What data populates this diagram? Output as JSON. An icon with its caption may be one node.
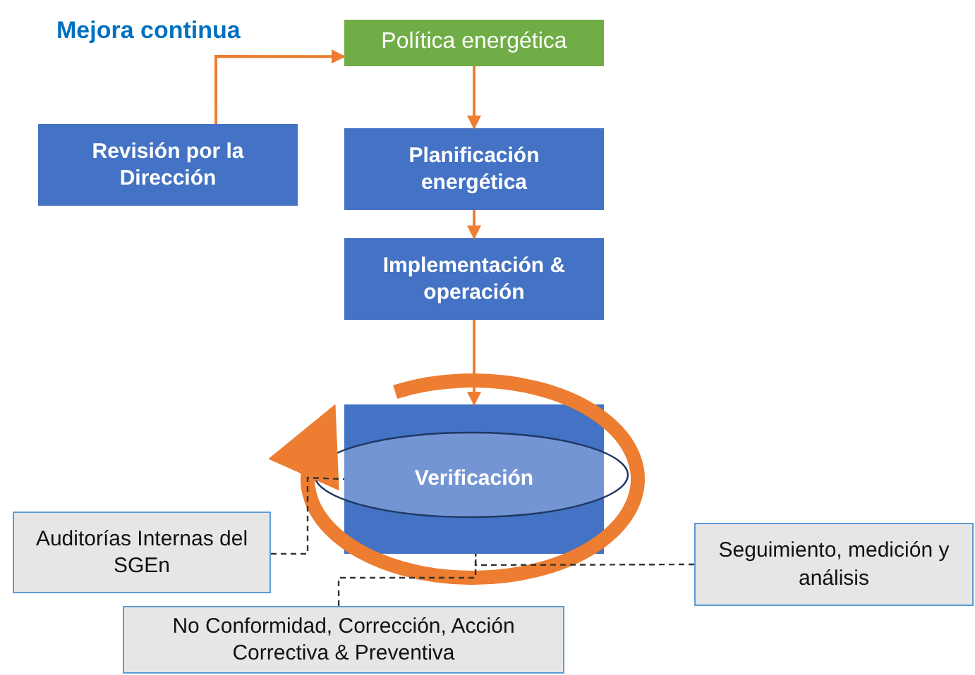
{
  "diagram": {
    "nodes": [
      {
        "text": [
          "Política energética"
        ]
      },
      {
        "text": [
          "Revisión por la Dirección"
        ]
      },
      {
        "text": [
          "Planificación energética"
        ]
      },
      {
        "text": [
          "Implementación & operación"
        ]
      },
      {
        "text": [
          "Verificación"
        ]
      },
      {
        "text": [
          "Auditorías Internas del SGEn"
        ]
      },
      {
        "text": [
          "No Conformidad, Corrección, Acción Correctiva & Preventiva"
        ]
      },
      {
        "text": [
          "Seguimiento, medición y análisis"
        ]
      }
    ],
    "edges": [
      {
        "from": 1,
        "to": 0,
        "arrow": "to"
      },
      {
        "from": 0,
        "to": 2,
        "arrow": "to"
      },
      {
        "from": 2,
        "to": 3,
        "arrow": "to"
      },
      {
        "from": 3,
        "to": 4,
        "arrow": "to"
      },
      {
        "from": 5,
        "to": 4,
        "arrow": "none",
        "style": "dashed",
        "color": "#333333"
      },
      {
        "from": 6,
        "to": 4,
        "arrow": "none",
        "style": "dashed",
        "color": "#333333"
      },
      {
        "from": 7,
        "to": 4,
        "arrow": "none",
        "style": "dashed",
        "color": "#333333"
      }
    ],
    "labels": [
      "Mejora continua"
    ]
  }
}
